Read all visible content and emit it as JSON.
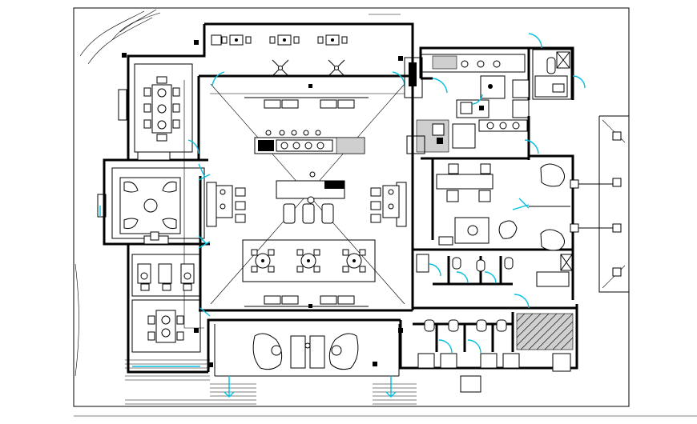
{
  "drawing": {
    "kind": "architectural floor plan",
    "text_labels": [],
    "line_color": "#000000",
    "door_swing_color": "#00bfe0",
    "background_color": "#ffffff",
    "hatch_fill": "#cfcfcf"
  },
  "rooms": [
    {
      "id": "dining-room-west"
    },
    {
      "id": "lounge-west"
    },
    {
      "id": "office-southwest"
    },
    {
      "id": "bedroom-southwest"
    },
    {
      "id": "main-hall"
    },
    {
      "id": "north-veranda"
    },
    {
      "id": "south-veranda"
    },
    {
      "id": "kitchen"
    },
    {
      "id": "pantry"
    },
    {
      "id": "breakfast-area"
    },
    {
      "id": "family-area"
    },
    {
      "id": "toilets-east"
    },
    {
      "id": "toilets-south"
    },
    {
      "id": "store-hatched"
    }
  ]
}
